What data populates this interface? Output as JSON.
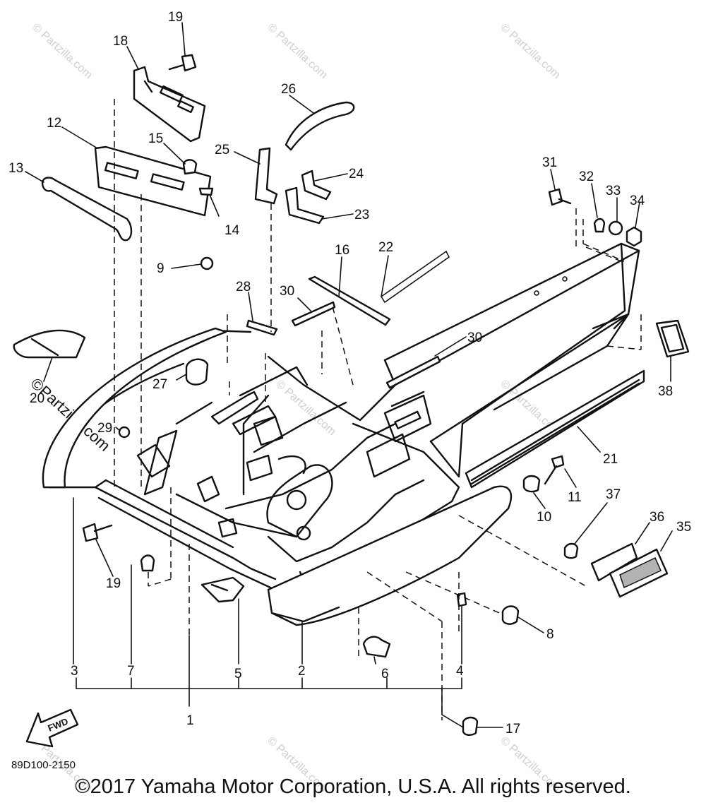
{
  "diagram": {
    "drawing_code": "89D100-2150",
    "fwd_label": "FWD",
    "copyright": "©2017 Yamaha Motor Corporation, U.S.A. All rights reserved.",
    "watermark": "© Partzilla.com",
    "watermark_logo": "©Partzilla.com",
    "labels": {
      "p1": "1",
      "p2": "2",
      "p3": "3",
      "p4": "4",
      "p5": "5",
      "p6": "6",
      "p7": "7",
      "p8": "8",
      "p9": "9",
      "p10": "10",
      "p11": "11",
      "p12": "12",
      "p13": "13",
      "p14": "14",
      "p15": "15",
      "p16": "16",
      "p17": "17",
      "p18": "18",
      "p19a": "19",
      "p19b": "19",
      "p20": "20",
      "p21": "21",
      "p22": "22",
      "p23": "23",
      "p24": "24",
      "p25": "25",
      "p26": "26",
      "p27": "27",
      "p28": "28",
      "p29": "29",
      "p30a": "30",
      "p30b": "30",
      "p31": "31",
      "p32": "32",
      "p33": "33",
      "p34": "34",
      "p35": "35",
      "p36": "36",
      "p37": "37",
      "p38": "38"
    }
  }
}
